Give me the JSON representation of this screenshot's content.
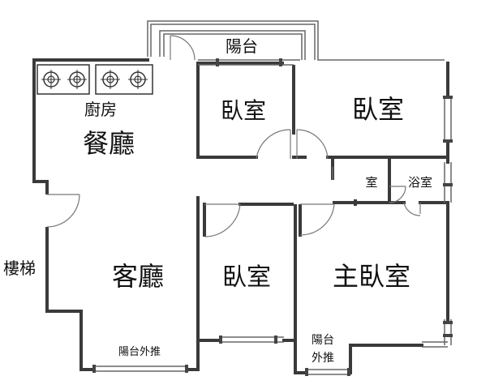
{
  "rooms": {
    "balcony_top": "陽台",
    "kitchen": "廚房",
    "dining": "餐廳",
    "bedroom_1": "臥室",
    "bedroom_2": "臥室",
    "small_room": "室",
    "bathroom": "浴室",
    "stairs": "樓梯",
    "living": "客廳",
    "bedroom_3": "臥室",
    "master": "主臥室",
    "balcony_living": "陽台外推",
    "balcony_master_1": "陽台",
    "balcony_master_2": "外推"
  },
  "stove_burners": 4
}
